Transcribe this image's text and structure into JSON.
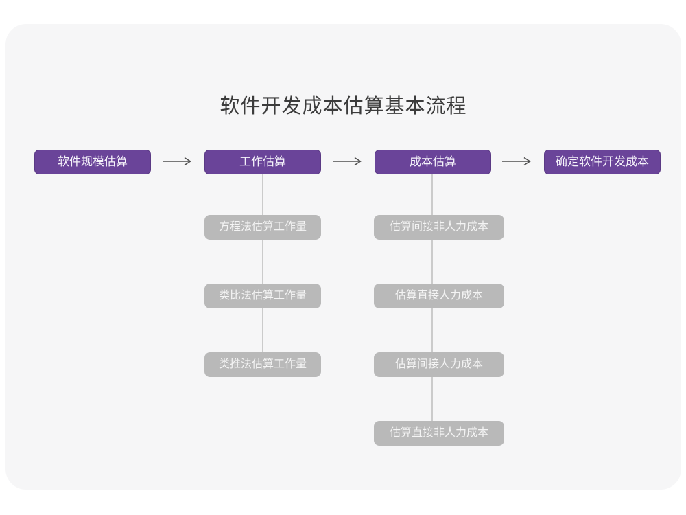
{
  "title": "软件开发成本估算基本流程",
  "colors": {
    "stage_fill": "#6a4499",
    "stage_border": "#5b3a85",
    "stage_text": "#f5f2fa",
    "sub_fill": "#b9b9b9",
    "sub_text": "#f4f4f4",
    "connector_line": "#cbcbcb",
    "arrow": "#4e4e4e",
    "card_background": "#f6f6f7",
    "title_text": "#3c3c3c"
  },
  "icons": {
    "arrow_right": "⟶"
  },
  "flow": {
    "stages": [
      {
        "label": "软件规模估算",
        "children": []
      },
      {
        "label": "工作估算",
        "children": [
          "方程法估算工作量",
          "类比法估算工作量",
          "类推法估算工作量"
        ]
      },
      {
        "label": "成本估算",
        "children": [
          "估算间接非人力成本",
          "估算直接人力成本",
          "估算间接人力成本",
          "估算直接非人力成本"
        ]
      },
      {
        "label": "确定软件开发成本",
        "children": []
      }
    ]
  }
}
